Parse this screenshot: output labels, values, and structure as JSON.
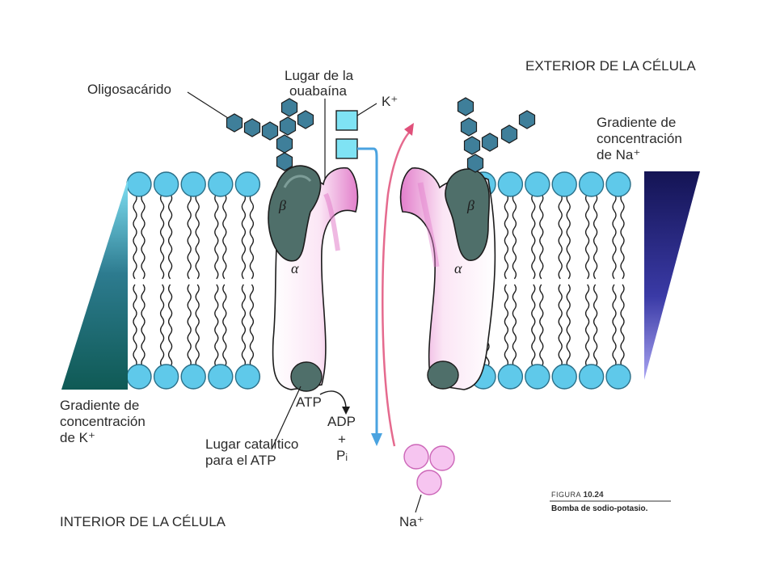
{
  "labels": {
    "exterior": "EXTERIOR DE LA CÉLULA",
    "interior": "INTERIOR DE LA CÉLULA",
    "oligosaccharide": "Oligosacárido",
    "ouabain_line1": "Lugar de la",
    "ouabain_line2": "ouabaína",
    "k_ion": "K⁺",
    "na_gradient_line1": "Gradiente de",
    "na_gradient_line2": "concentración",
    "na_gradient_line3": "de Na⁺",
    "k_gradient_line1": "Gradiente de",
    "k_gradient_line2": "concentración",
    "k_gradient_line3": "de K⁺",
    "atp": "ATP",
    "adp": "ADP",
    "plus": "+",
    "pi": "Pᵢ",
    "catalytic_line1": "Lugar catalítico",
    "catalytic_line2": "para el ATP",
    "na_ion": "Na⁺",
    "alpha_left": "α",
    "alpha_right": "α",
    "beta_left": "β",
    "beta_right": "β"
  },
  "caption": {
    "figure_word": "FIGURA",
    "figure_number": "10.24",
    "title": "Bomba de sodio-potasio."
  },
  "colors": {
    "lipid_head": "#5fc9ea",
    "lipid_head_stroke": "#2b6f88",
    "sugar": "#3f7f9a",
    "beta_subunit": "#4f6f6a",
    "alpha_subunit_fill": "#ffffff",
    "alpha_highlight": "#e48ad0",
    "k_gradient_dark": "#0f5a55",
    "k_gradient_light": "#5fc9ea",
    "na_gradient_dark": "#1a1a60",
    "na_gradient_light": "#8a86e8",
    "k_arrow": "#4aa3e0",
    "na_arrow": "#e0507a",
    "na_ion_fill": "#f6c5f0"
  }
}
